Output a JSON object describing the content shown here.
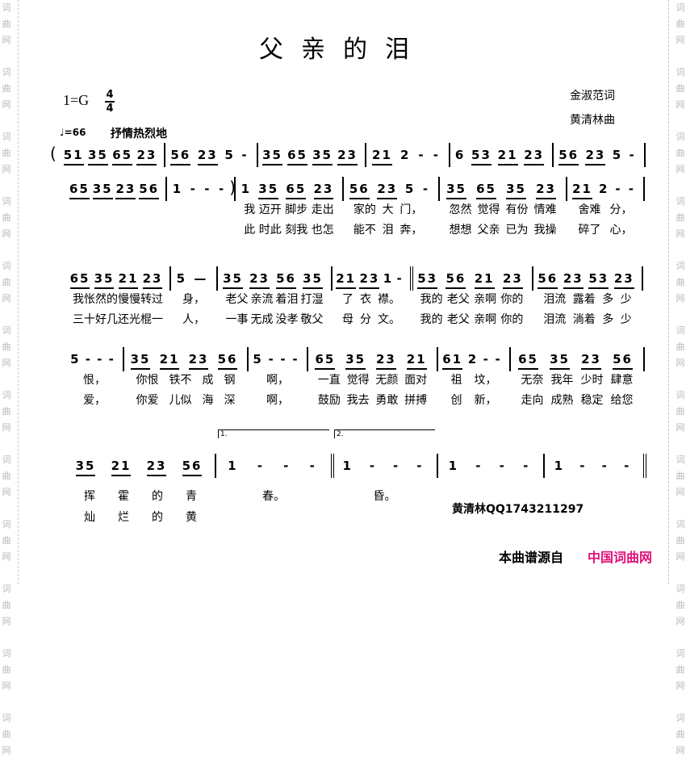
{
  "watermark": "词曲网",
  "title": "父亲的泪",
  "key": "1=G",
  "time_signature": {
    "top": "4",
    "bottom": "4"
  },
  "tempo": "♩=66",
  "expression": "抒情热烈地",
  "lyricist": "金淑范词",
  "composer": "黄清林曲",
  "signature": "黄清林QQ1743211297",
  "source_label": "本曲谱源自",
  "source_site": "中国词曲网",
  "colors": {
    "site": "#e0107a",
    "watermark": "#b8b8b8"
  },
  "rows": [
    {
      "measures": [
        {
          "open": "(",
          "notes": [
            "51",
            "35",
            "65",
            "23"
          ]
        },
        {
          "notes": [
            "56",
            "23",
            "5",
            "-"
          ]
        },
        {
          "notes": [
            "35",
            "65",
            "35",
            "23"
          ]
        },
        {
          "notes": [
            "21",
            "2",
            "-",
            "-"
          ]
        },
        {
          "notes": [
            "6",
            "53",
            "21",
            "23"
          ]
        },
        {
          "notes": [
            "56",
            "23",
            "5",
            "-"
          ]
        }
      ]
    },
    {
      "measures": [
        {
          "notes": [
            "65",
            "35",
            "23",
            "56"
          ]
        },
        {
          "notes": [
            "1",
            "-",
            "-",
            "-"
          ],
          "close": ")"
        },
        {
          "notes": [
            "1",
            "35",
            "65",
            "23"
          ],
          "l1": [
            "我",
            "迈开",
            "脚步",
            "走出"
          ],
          "l2": [
            "此",
            "时此",
            "刻我",
            "也怎"
          ]
        },
        {
          "notes": [
            "56",
            "23",
            "5",
            "-"
          ],
          "l1": [
            "家的",
            "大",
            "门，",
            ""
          ],
          "l2": [
            "能不",
            "泪",
            "奔，",
            ""
          ]
        },
        {
          "notes": [
            "35",
            "65",
            "35",
            "23"
          ],
          "l1": [
            "忽然",
            "觉得",
            "有份",
            "情难"
          ],
          "l2": [
            "想想",
            "父亲",
            "已为",
            "我操"
          ]
        },
        {
          "notes": [
            "21",
            "2",
            "-",
            "-"
          ],
          "l1": [
            "舍难",
            "分，"
          ],
          "l2": [
            "碎了",
            "心，"
          ]
        }
      ]
    },
    {
      "measures": [
        {
          "notes": [
            "65",
            "35",
            "21",
            "23"
          ],
          "l1": [
            "我怅",
            "然的",
            "慢慢",
            "转过"
          ],
          "l2": [
            "三十",
            "好几",
            "还光",
            "棍一"
          ]
        },
        {
          "notes": [
            "5",
            "—"
          ],
          "l1": [
            "身，"
          ],
          "l2": [
            "人，"
          ]
        },
        {
          "notes": [
            "35",
            "23",
            "56",
            "35"
          ],
          "l1": [
            "老父",
            "亲流",
            "着泪",
            "打湿"
          ],
          "l2": [
            "一事",
            "无成",
            "没孝",
            "敬父"
          ]
        },
        {
          "notes": [
            "21",
            "23",
            "1",
            "-"
          ],
          "l1": [
            "了",
            "衣",
            "襟。"
          ],
          "l2": [
            "母",
            "分",
            "文。"
          ]
        },
        {
          "notes": [
            "53",
            "56",
            "21",
            "23"
          ],
          "l1": [
            "我的",
            "老父",
            "亲啊",
            "你的"
          ],
          "l2": [
            "我的",
            "老父",
            "亲啊",
            "你的"
          ]
        },
        {
          "notes": [
            "56",
            "23",
            "53",
            "23"
          ],
          "l1": [
            "泪流",
            "露着",
            "多",
            "少"
          ],
          "l2": [
            "泪流",
            "淌着",
            "多",
            "少"
          ]
        }
      ]
    },
    {
      "measures": [
        {
          "notes": [
            "5",
            "-",
            "-",
            "-"
          ],
          "l1": [
            "恨，"
          ],
          "l2": [
            "爱，"
          ]
        },
        {
          "notes": [
            "35",
            "21",
            "23",
            "56"
          ],
          "l1": [
            "你恨",
            "铁不",
            "成",
            "钢"
          ],
          "l2": [
            "你爱",
            "儿似",
            "海",
            "深"
          ]
        },
        {
          "notes": [
            "5",
            "-",
            "-",
            "-"
          ],
          "l1": [
            "啊，"
          ],
          "l2": [
            "啊，"
          ]
        },
        {
          "notes": [
            "65",
            "35",
            "23",
            "21"
          ],
          "l1": [
            "一直",
            "觉得",
            "无颜",
            "面对"
          ],
          "l2": [
            "鼓励",
            "我去",
            "勇敢",
            "拼搏"
          ]
        },
        {
          "notes": [
            "61",
            "2",
            "-",
            "-"
          ],
          "l1": [
            "祖",
            "坟，"
          ],
          "l2": [
            "创",
            "新，"
          ]
        },
        {
          "notes": [
            "65",
            "35",
            "23",
            "56"
          ],
          "l1": [
            "无奈",
            "我年",
            "少时",
            "肆意"
          ],
          "l2": [
            "走向",
            "成熟",
            "稳定",
            "给您"
          ]
        }
      ]
    },
    {
      "measures": [
        {
          "notes": [
            "35",
            "21",
            "23",
            "56"
          ],
          "l1": [
            "挥",
            "霍",
            "的",
            "青"
          ],
          "l2": [
            "灿",
            "烂",
            "的",
            "黄"
          ]
        },
        {
          "volta": "1.",
          "notes": [
            "1",
            "-",
            "-",
            "-"
          ],
          "l1": [
            "春。"
          ]
        },
        {
          "volta": "2.",
          "notes": [
            "1",
            "-",
            "-",
            "-"
          ],
          "l1": [
            "昏。"
          ]
        },
        {
          "notes": [
            "1",
            "-",
            "-",
            "-"
          ]
        },
        {
          "notes": [
            "1",
            "-",
            "-",
            "-"
          ]
        }
      ]
    }
  ]
}
